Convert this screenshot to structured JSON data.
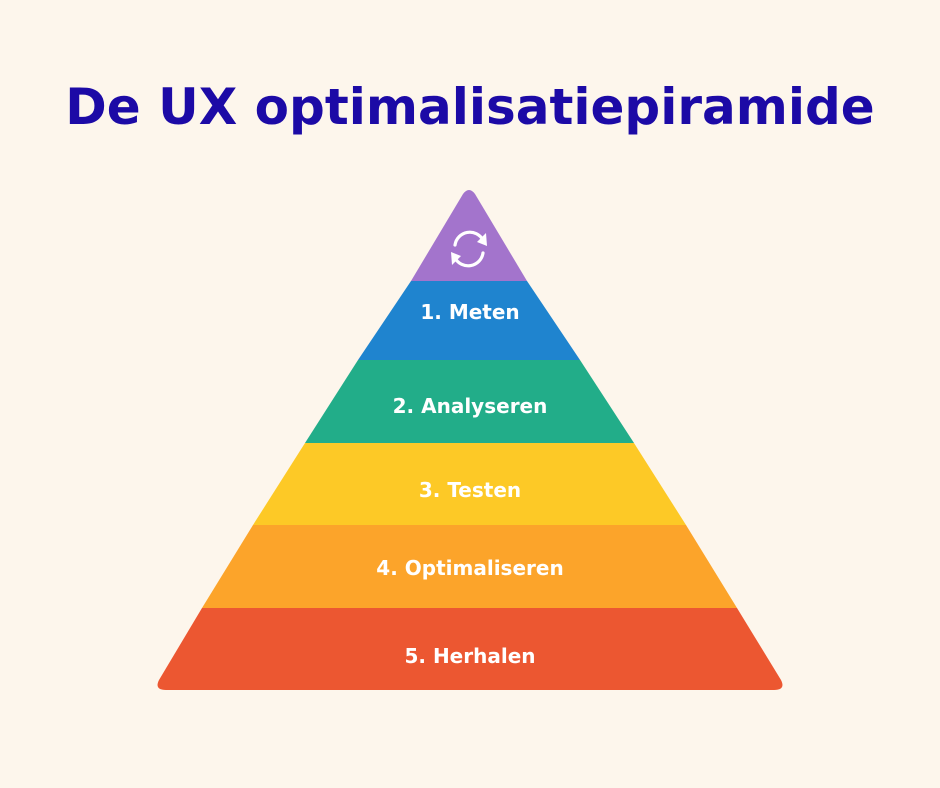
{
  "title": "De UX optimalisatiepiramide",
  "pyramid": {
    "apex_icon": "refresh-cycle-icon",
    "levels": [
      {
        "label": "",
        "color": "#a374cc"
      },
      {
        "label": "1. Meten",
        "color": "#1f84cf"
      },
      {
        "label": "2. Analyseren",
        "color": "#22ad89"
      },
      {
        "label": "3. Testen",
        "color": "#fdc926"
      },
      {
        "label": "4. Optimaliseren",
        "color": "#fca42a"
      },
      {
        "label": "5. Herhalen",
        "color": "#ec5731"
      }
    ]
  }
}
